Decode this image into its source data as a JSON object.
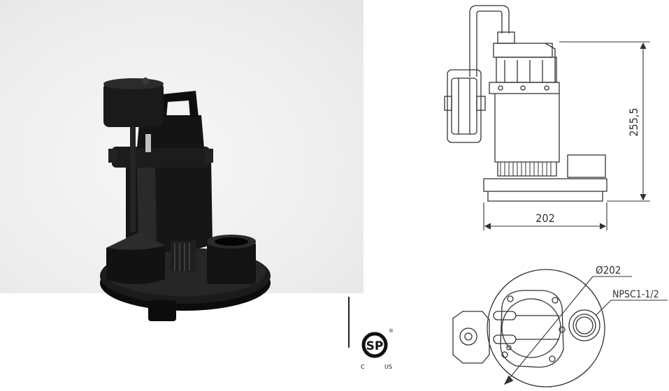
{
  "drawing": {
    "height_dimension": "255,5",
    "width_dimension": "202",
    "diameter_dimension": "Ø202",
    "thread_spec": "NPSC1-1/2"
  },
  "certification": {
    "mark": "SP",
    "registered": "®",
    "country_left": "C",
    "country_right": "US"
  },
  "colors": {
    "product": "#141414",
    "line_art": "#333333",
    "background": "#ffffff"
  }
}
